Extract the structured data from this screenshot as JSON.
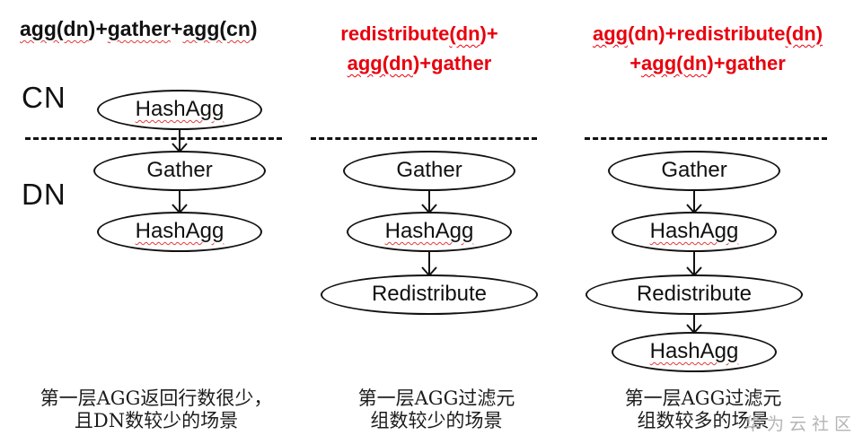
{
  "regions": {
    "cn": "CN",
    "dn": "DN"
  },
  "watermark": "华为云社区",
  "colors": {
    "title_black": "#111111",
    "title_red": "#e8000d",
    "node_stroke": "#111111",
    "squiggle_red": "#e03a3a",
    "watermark_gray": "#b5b5b5"
  },
  "columns": [
    {
      "title": {
        "color": "black",
        "lines": [
          [
            {
              "text": "agg(dn",
              "wavy": true
            },
            {
              "text": ")+",
              "wavy": false
            },
            {
              "text": "gather",
              "wavy": true
            },
            {
              "text": "+",
              "wavy": false
            },
            {
              "text": "agg(cn",
              "wavy": true
            },
            {
              "text": ")",
              "wavy": false
            }
          ]
        ]
      },
      "nodes": [
        {
          "label": "HashAgg",
          "row": 0,
          "wavy": true,
          "region": "CN"
        },
        {
          "label": "Gather",
          "row": 1,
          "wavy": false,
          "region": "DN"
        },
        {
          "label": "HashAgg",
          "row": 2,
          "wavy": true,
          "region": "DN"
        }
      ],
      "caption": [
        "第一层AGG返回行数很少，",
        "且DN数较少的场景"
      ]
    },
    {
      "title": {
        "color": "red",
        "lines": [
          [
            {
              "text": "redistribute",
              "wavy": false
            },
            {
              "text": "(dn",
              "wavy": true
            },
            {
              "text": ")+",
              "wavy": false
            }
          ],
          [
            {
              "text": "agg(dn",
              "wavy": true
            },
            {
              "text": ")+gather",
              "wavy": false
            }
          ]
        ]
      },
      "nodes": [
        {
          "label": "Gather",
          "row": 1,
          "wavy": false,
          "region": "DN"
        },
        {
          "label": "HashAgg",
          "row": 2,
          "wavy": true,
          "region": "DN"
        },
        {
          "label": "Redistribute",
          "row": 3,
          "wavy": false,
          "region": "DN"
        }
      ],
      "caption": [
        "第一层AGG过滤元",
        "组数较少的场景"
      ]
    },
    {
      "title": {
        "color": "red",
        "lines": [
          [
            {
              "text": "agg",
              "wavy": true
            },
            {
              "text": "(dn)+redistribute",
              "wavy": false
            },
            {
              "text": "(dn)",
              "wavy": true
            }
          ],
          [
            {
              "text": "+",
              "wavy": false
            },
            {
              "text": "agg(dn",
              "wavy": true
            },
            {
              "text": ")+gather",
              "wavy": false
            }
          ]
        ]
      },
      "nodes": [
        {
          "label": "Gather",
          "row": 1,
          "wavy": false,
          "region": "DN"
        },
        {
          "label": "HashAgg",
          "row": 2,
          "wavy": true,
          "region": "DN"
        },
        {
          "label": "Redistribute",
          "row": 3,
          "wavy": false,
          "region": "DN"
        },
        {
          "label": "HashAgg",
          "row": 4,
          "wavy": true,
          "region": "DN"
        }
      ],
      "caption": [
        "第一层AGG过滤元",
        "组数较多的场景"
      ]
    }
  ]
}
